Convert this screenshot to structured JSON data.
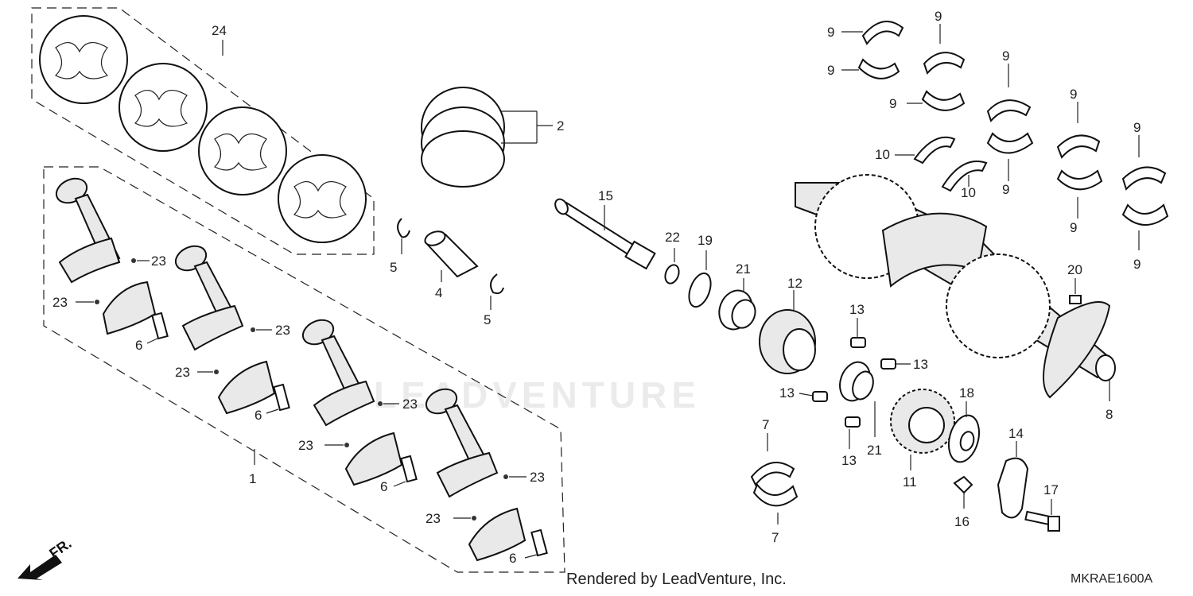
{
  "watermark": "LEADVENTURE",
  "footer": {
    "rendered_by": "Rendered by LeadVenture, Inc.",
    "diagram_code": "MKRAE1600A"
  },
  "direction_marker": "FR.",
  "callouts": {
    "c1": "1",
    "c2": "2",
    "c4": "4",
    "c5": "5",
    "c6": "6",
    "c7": "7",
    "c8": "8",
    "c9": "9",
    "c10": "10",
    "c11": "11",
    "c12": "12",
    "c13": "13",
    "c14": "14",
    "c15": "15",
    "c16": "16",
    "c17": "17",
    "c18": "18",
    "c19": "19",
    "c20": "20",
    "c21": "21",
    "c22": "22",
    "c23": "23",
    "c24": "24"
  }
}
